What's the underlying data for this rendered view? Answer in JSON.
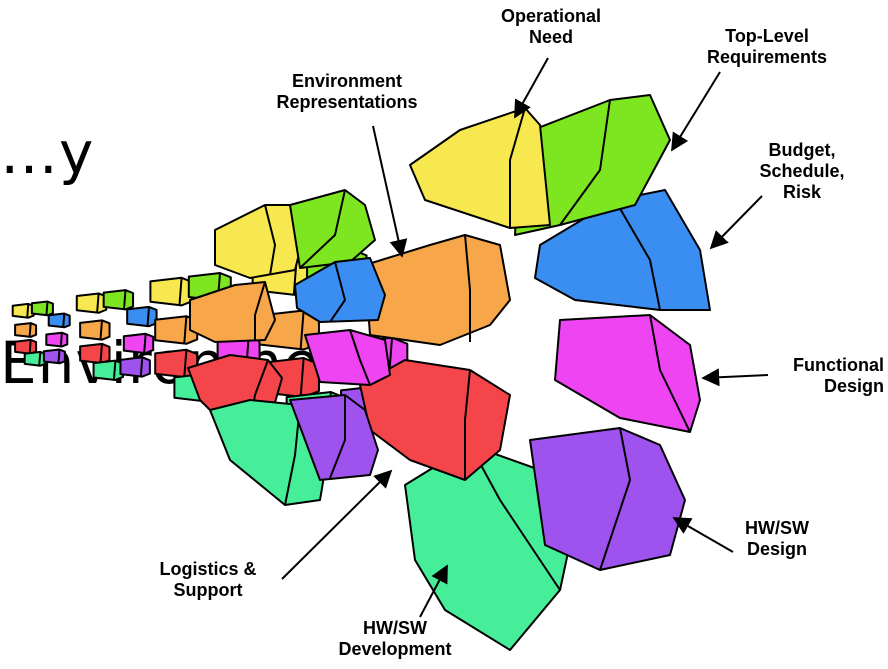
{
  "title": {
    "line1": "…y",
    "line2": "Environment"
  },
  "colors": {
    "yellow": "#f6e84e",
    "lime": "#7ee621",
    "blue": "#3a8ef2",
    "orange": "#f8a64a",
    "magenta": "#ee44f2",
    "red": "#f4464a",
    "green": "#47ee9a",
    "purple": "#9e52ee"
  },
  "labels": {
    "operational_need": "Operational\nNeed",
    "top_level_requirements": "Top-Level\nRequirements",
    "environment_representations": "Environment\nRepresentations",
    "budget_schedule_risk": "Budget,\nSchedule,\nRisk",
    "functional_design": "Functional\nDesign",
    "hw_sw_design": "HW/SW\nDesign",
    "logistics_support": "Logistics &\nSupport",
    "hw_sw_development": "HW/SW\nDevelopment"
  }
}
